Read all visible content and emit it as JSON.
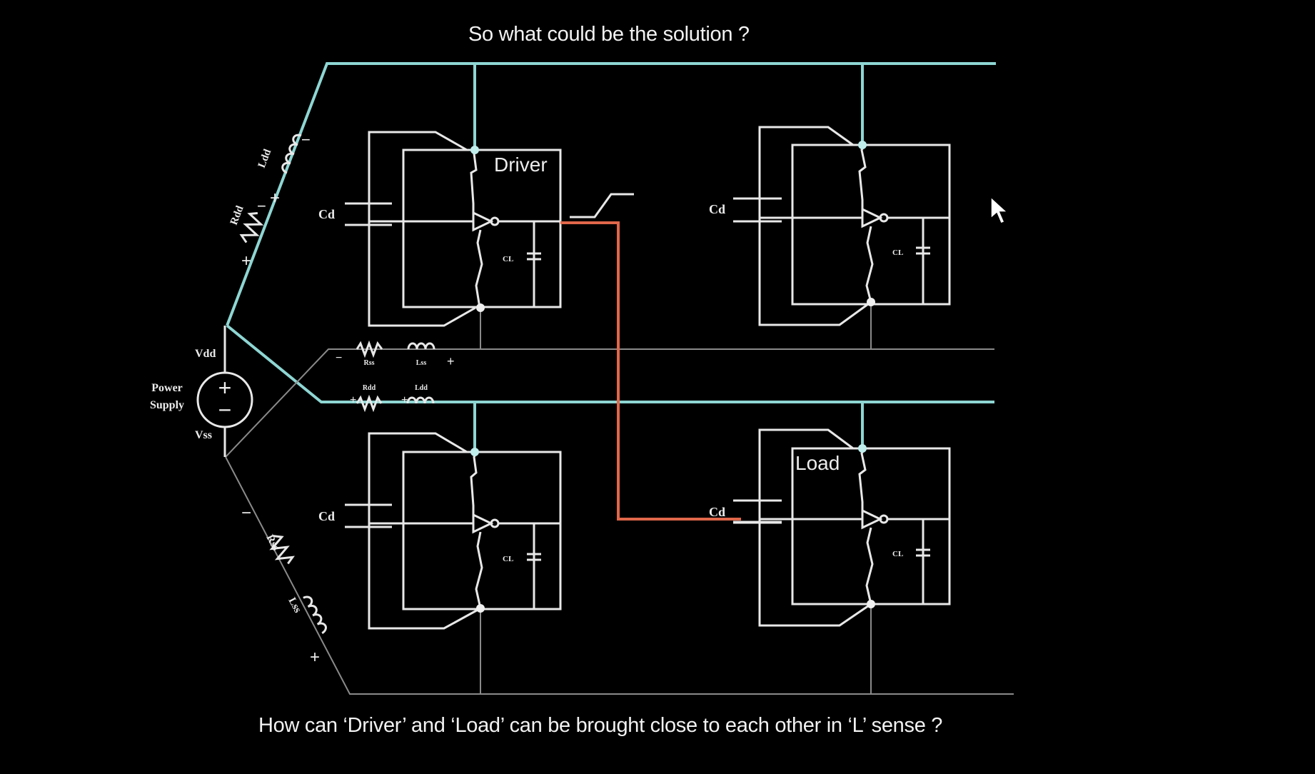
{
  "title": "So what could be the solution ?",
  "question": "How can ‘Driver’ and ‘Load’ can be brought close to each other in ‘L’ sense ?",
  "diagram": {
    "block_labels": {
      "driver": "Driver",
      "load": "Load"
    },
    "cap_labels": {
      "decap": "Cd",
      "load_cap": "CL"
    },
    "supply": {
      "name_line1": "Power",
      "name_line2": "Supply",
      "vdd": "Vdd",
      "vss": "Vss",
      "plus": "+",
      "minus": "−"
    },
    "parasitics": {
      "rdd": "Rdd",
      "ldd": "Ldd",
      "rss": "Rss",
      "lss": "Lss",
      "plus": "+",
      "minus": "−"
    }
  },
  "colors": {
    "background": "#000000",
    "vdd_rail": "#8ed6d3",
    "signal_net": "#e0674a",
    "wire": "#e8e8e8",
    "ground_rail": "#8a8a8a"
  }
}
